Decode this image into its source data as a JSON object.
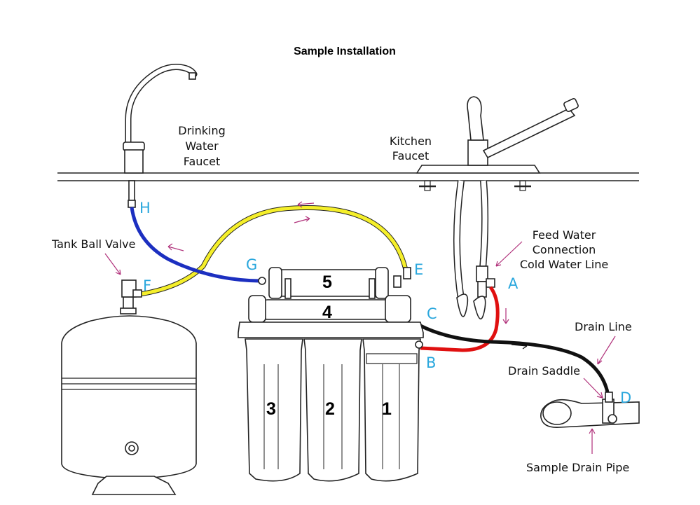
{
  "title": "Sample Installation",
  "labels": {
    "drinking_faucet": [
      "Drinking",
      "Water",
      "Faucet"
    ],
    "kitchen_faucet": [
      "Kitchen",
      "Faucet"
    ],
    "tank_ball_valve": "Tank Ball Valve",
    "feed_water": [
      "Feed Water",
      "Connection",
      "Cold Water Line"
    ],
    "drain_line": "Drain Line",
    "drain_saddle": "Drain Saddle",
    "sample_drain_pipe": "Sample Drain Pipe"
  },
  "connection_letters": {
    "a": "A",
    "b": "B",
    "c": "C",
    "d": "D",
    "e": "E",
    "f": "F",
    "g": "G",
    "h": "H"
  },
  "stage_numbers": {
    "s1": "1",
    "s2": "2",
    "s3": "3",
    "s4": "4",
    "s5": "5"
  },
  "colors": {
    "letters": "#2aa7dd",
    "blue_line": "#1c2fc0",
    "yellow_line": "#f5ef2a",
    "red_line": "#e01010",
    "black_line": "#111111",
    "arrows": "#b0307a"
  }
}
